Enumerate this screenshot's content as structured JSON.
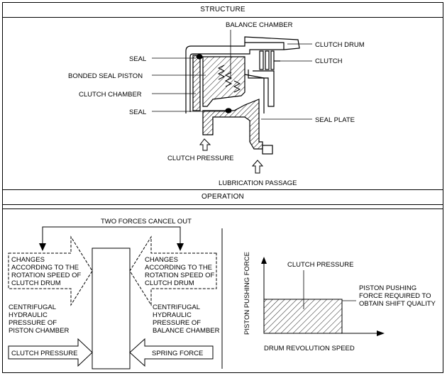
{
  "structure": {
    "header": "STRUCTURE",
    "labels": {
      "balance_chamber": "BALANCE CHAMBER",
      "clutch_drum": "CLUTCH DRUM",
      "clutch": "CLUTCH",
      "seal_top": "SEAL",
      "bonded_seal_piston": "BONDED SEAL PISTON",
      "clutch_chamber": "CLUTCH CHAMBER",
      "seal_bottom": "SEAL",
      "seal_plate": "SEAL PLATE",
      "clutch_pressure": "CLUTCH PRESSURE",
      "lubrication_passage": "LUBRICATION PASSAGE"
    }
  },
  "operation": {
    "header": "OPERATION",
    "two_forces": "TWO FORCES CANCEL OUT",
    "left_changes": [
      "CHANGES",
      "ACCORDING TO THE",
      "ROTATION SPEED OF",
      "CLUTCH DRUM"
    ],
    "right_changes": [
      "CHANGES",
      "ACCORDING TO THE",
      "ROTATION SPEED OF",
      "CLUTCH DRUM"
    ],
    "left_centrifugal": [
      "CENTRIFUGAL",
      "HYDRAULIC",
      "PRESSURE OF",
      "PISTON CHAMBER"
    ],
    "right_centrifugal": [
      "CENTRIFUGAL",
      "HYDRAULIC",
      "PRESSURE OF",
      "BALANCE CHAMBER"
    ],
    "left_bottom": "CLUTCH PRESSURE",
    "right_bottom": "SPRING FORCE"
  },
  "graph": {
    "ylabel": "PISTON PUSHING FORCE",
    "xlabel": "DRUM REVOLUTION SPEED",
    "clutch_pressure": "CLUTCH PRESSURE",
    "required": [
      "PISTON PUSHING",
      "FORCE REQUIRED TO",
      "OBTAIN SHIFT QUALITY"
    ]
  }
}
